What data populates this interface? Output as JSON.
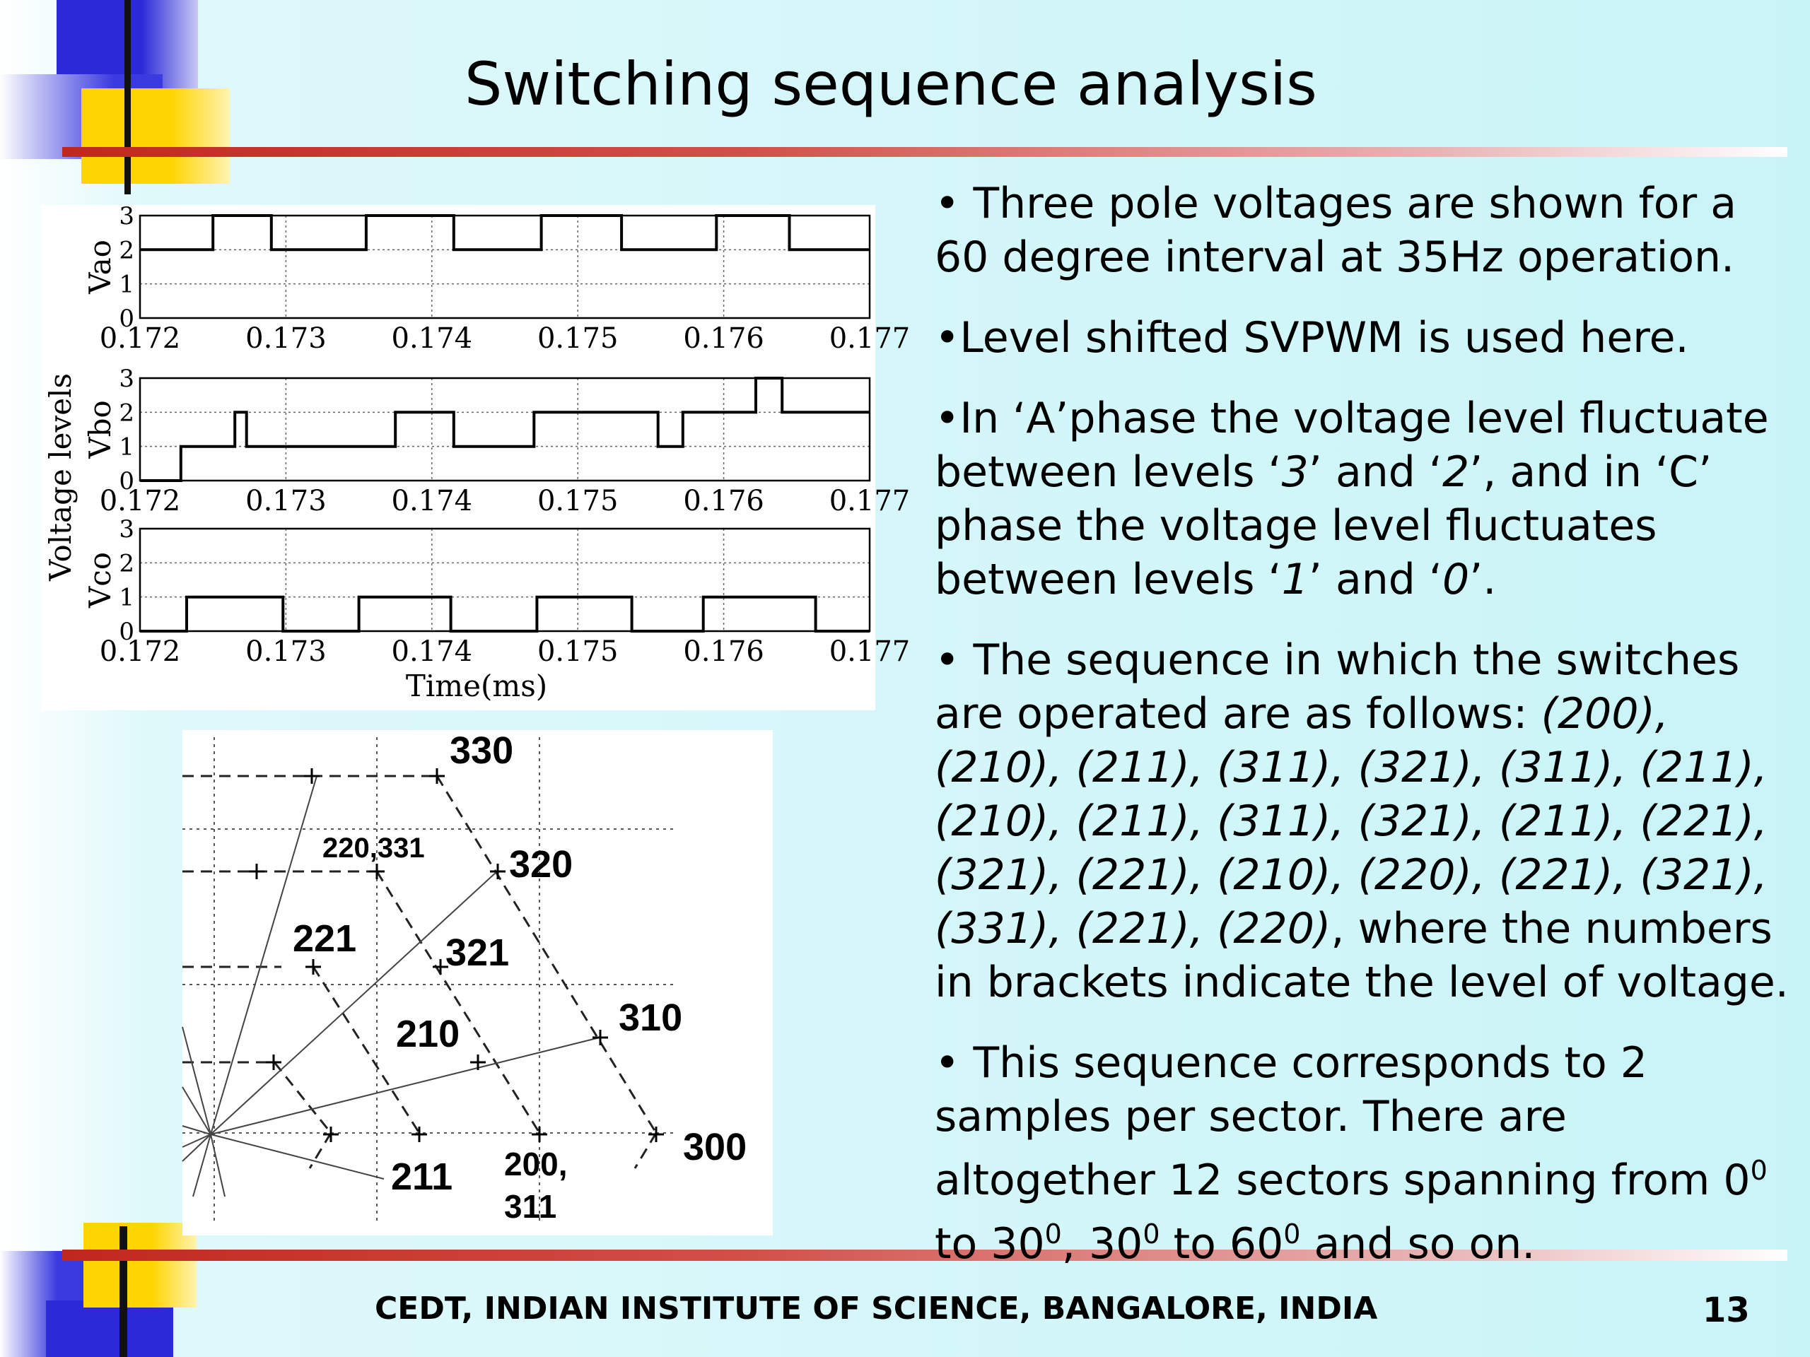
{
  "slide": {
    "title": "Switching sequence analysis",
    "footer": "CEDT, INDIAN INSTITUTE OF SCIENCE, BANGALORE, INDIA",
    "page_number": "13",
    "colors": {
      "background": "#c9f4f7",
      "rule": "#c0281e",
      "deco_blue": "#2a2ad8",
      "deco_yellow": "#ffd400"
    }
  },
  "bullets": [
    {
      "text": "• Three pole voltages are shown for a 60 degree interval at 35Hz operation."
    },
    {
      "text": "•Level shifted SVPWM is used here."
    },
    {
      "parts": [
        "•In ‘A’phase the voltage level fluctuate between levels ‘",
        "3",
        "’ and ‘",
        "2",
        "’, and in ‘C’ phase the voltage level fluctuates between levels ‘",
        "1",
        "’ and ‘",
        "0",
        "’."
      ]
    },
    {
      "lead": "• The sequence in which the switches are operated are as follows: ",
      "sequence": "(200), (210), (211), (311), (321), (311), (211), (210), (211), (311), (321), (211), (221), (321), (221), (210), (220), (221), (321), (331), (221), (220)",
      "tail": ", where the numbers in brackets indicate the level of voltage."
    },
    {
      "parts": [
        "• This sequence corresponds to 2 samples per sector. There are altogether 12 sectors spanning from 0",
        "0",
        " to 30",
        "0",
        ", 30",
        "0",
        " to 60",
        "0",
        " and so on."
      ]
    }
  ],
  "chart_data": [
    {
      "type": "line",
      "title": "Vao",
      "ylabel": "Vao",
      "shared_ylabel": "Voltage levels",
      "x_ticks": [
        "0.172",
        "0.173",
        "0.174",
        "0.175",
        "0.176",
        "0.177"
      ],
      "y_ticks": [
        "0",
        "1",
        "2",
        "3"
      ],
      "xlim": [
        0.172,
        0.177
      ],
      "ylim": [
        0,
        3
      ],
      "grid": true,
      "series": [
        {
          "step_points": [
            [
              0.172,
              2
            ],
            [
              0.1725,
              2
            ],
            [
              0.1725,
              3
            ],
            [
              0.1729,
              3
            ],
            [
              0.1729,
              2
            ],
            [
              0.17355,
              2
            ],
            [
              0.17355,
              3
            ],
            [
              0.17415,
              3
            ],
            [
              0.17415,
              2
            ],
            [
              0.17475,
              2
            ],
            [
              0.17475,
              3
            ],
            [
              0.1753,
              3
            ],
            [
              0.1753,
              2
            ],
            [
              0.17595,
              2
            ],
            [
              0.17595,
              3
            ],
            [
              0.17645,
              3
            ],
            [
              0.17645,
              2
            ],
            [
              0.177,
              2
            ]
          ]
        }
      ]
    },
    {
      "type": "line",
      "title": "Vbo",
      "ylabel": "Vbo",
      "x_ticks": [
        "0.172",
        "0.173",
        "0.174",
        "0.175",
        "0.176",
        "0.177"
      ],
      "y_ticks": [
        "0",
        "1",
        "2",
        "3"
      ],
      "xlim": [
        0.172,
        0.177
      ],
      "ylim": [
        0,
        3
      ],
      "grid": true,
      "series": [
        {
          "step_points": [
            [
              0.172,
              0
            ],
            [
              0.17228,
              0
            ],
            [
              0.17228,
              1
            ],
            [
              0.17265,
              1
            ],
            [
              0.17265,
              2
            ],
            [
              0.17273,
              2
            ],
            [
              0.17273,
              1
            ],
            [
              0.17375,
              1
            ],
            [
              0.17375,
              2
            ],
            [
              0.17415,
              2
            ],
            [
              0.17415,
              1
            ],
            [
              0.1747,
              1
            ],
            [
              0.1747,
              2
            ],
            [
              0.17555,
              2
            ],
            [
              0.17555,
              1
            ],
            [
              0.17572,
              1
            ],
            [
              0.17572,
              2
            ],
            [
              0.17622,
              2
            ],
            [
              0.17622,
              3
            ],
            [
              0.1764,
              3
            ],
            [
              0.1764,
              2
            ],
            [
              0.177,
              2
            ]
          ]
        }
      ]
    },
    {
      "type": "line",
      "title": "Vco",
      "ylabel": "Vco",
      "xlabel": "Time(ms)",
      "x_ticks": [
        "0.172",
        "0.173",
        "0.174",
        "0.175",
        "0.176",
        "0.177"
      ],
      "y_ticks": [
        "0",
        "1",
        "2",
        "3"
      ],
      "xlim": [
        0.172,
        0.177
      ],
      "ylim": [
        0,
        3
      ],
      "grid": true,
      "series": [
        {
          "step_points": [
            [
              0.172,
              0
            ],
            [
              0.17232,
              0
            ],
            [
              0.17232,
              1
            ],
            [
              0.17298,
              1
            ],
            [
              0.17298,
              0
            ],
            [
              0.1735,
              0
            ],
            [
              0.1735,
              1
            ],
            [
              0.17413,
              1
            ],
            [
              0.17413,
              0
            ],
            [
              0.17472,
              0
            ],
            [
              0.17472,
              1
            ],
            [
              0.17537,
              1
            ],
            [
              0.17537,
              0
            ],
            [
              0.17586,
              0
            ],
            [
              0.17586,
              1
            ],
            [
              0.17663,
              1
            ],
            [
              0.17663,
              0
            ],
            [
              0.177,
              0
            ]
          ]
        }
      ]
    }
  ],
  "diagram": {
    "labels": [
      "330",
      "220,331",
      "320",
      "221",
      "321",
      "210",
      "310",
      "211",
      "200,",
      "311",
      "300"
    ]
  }
}
